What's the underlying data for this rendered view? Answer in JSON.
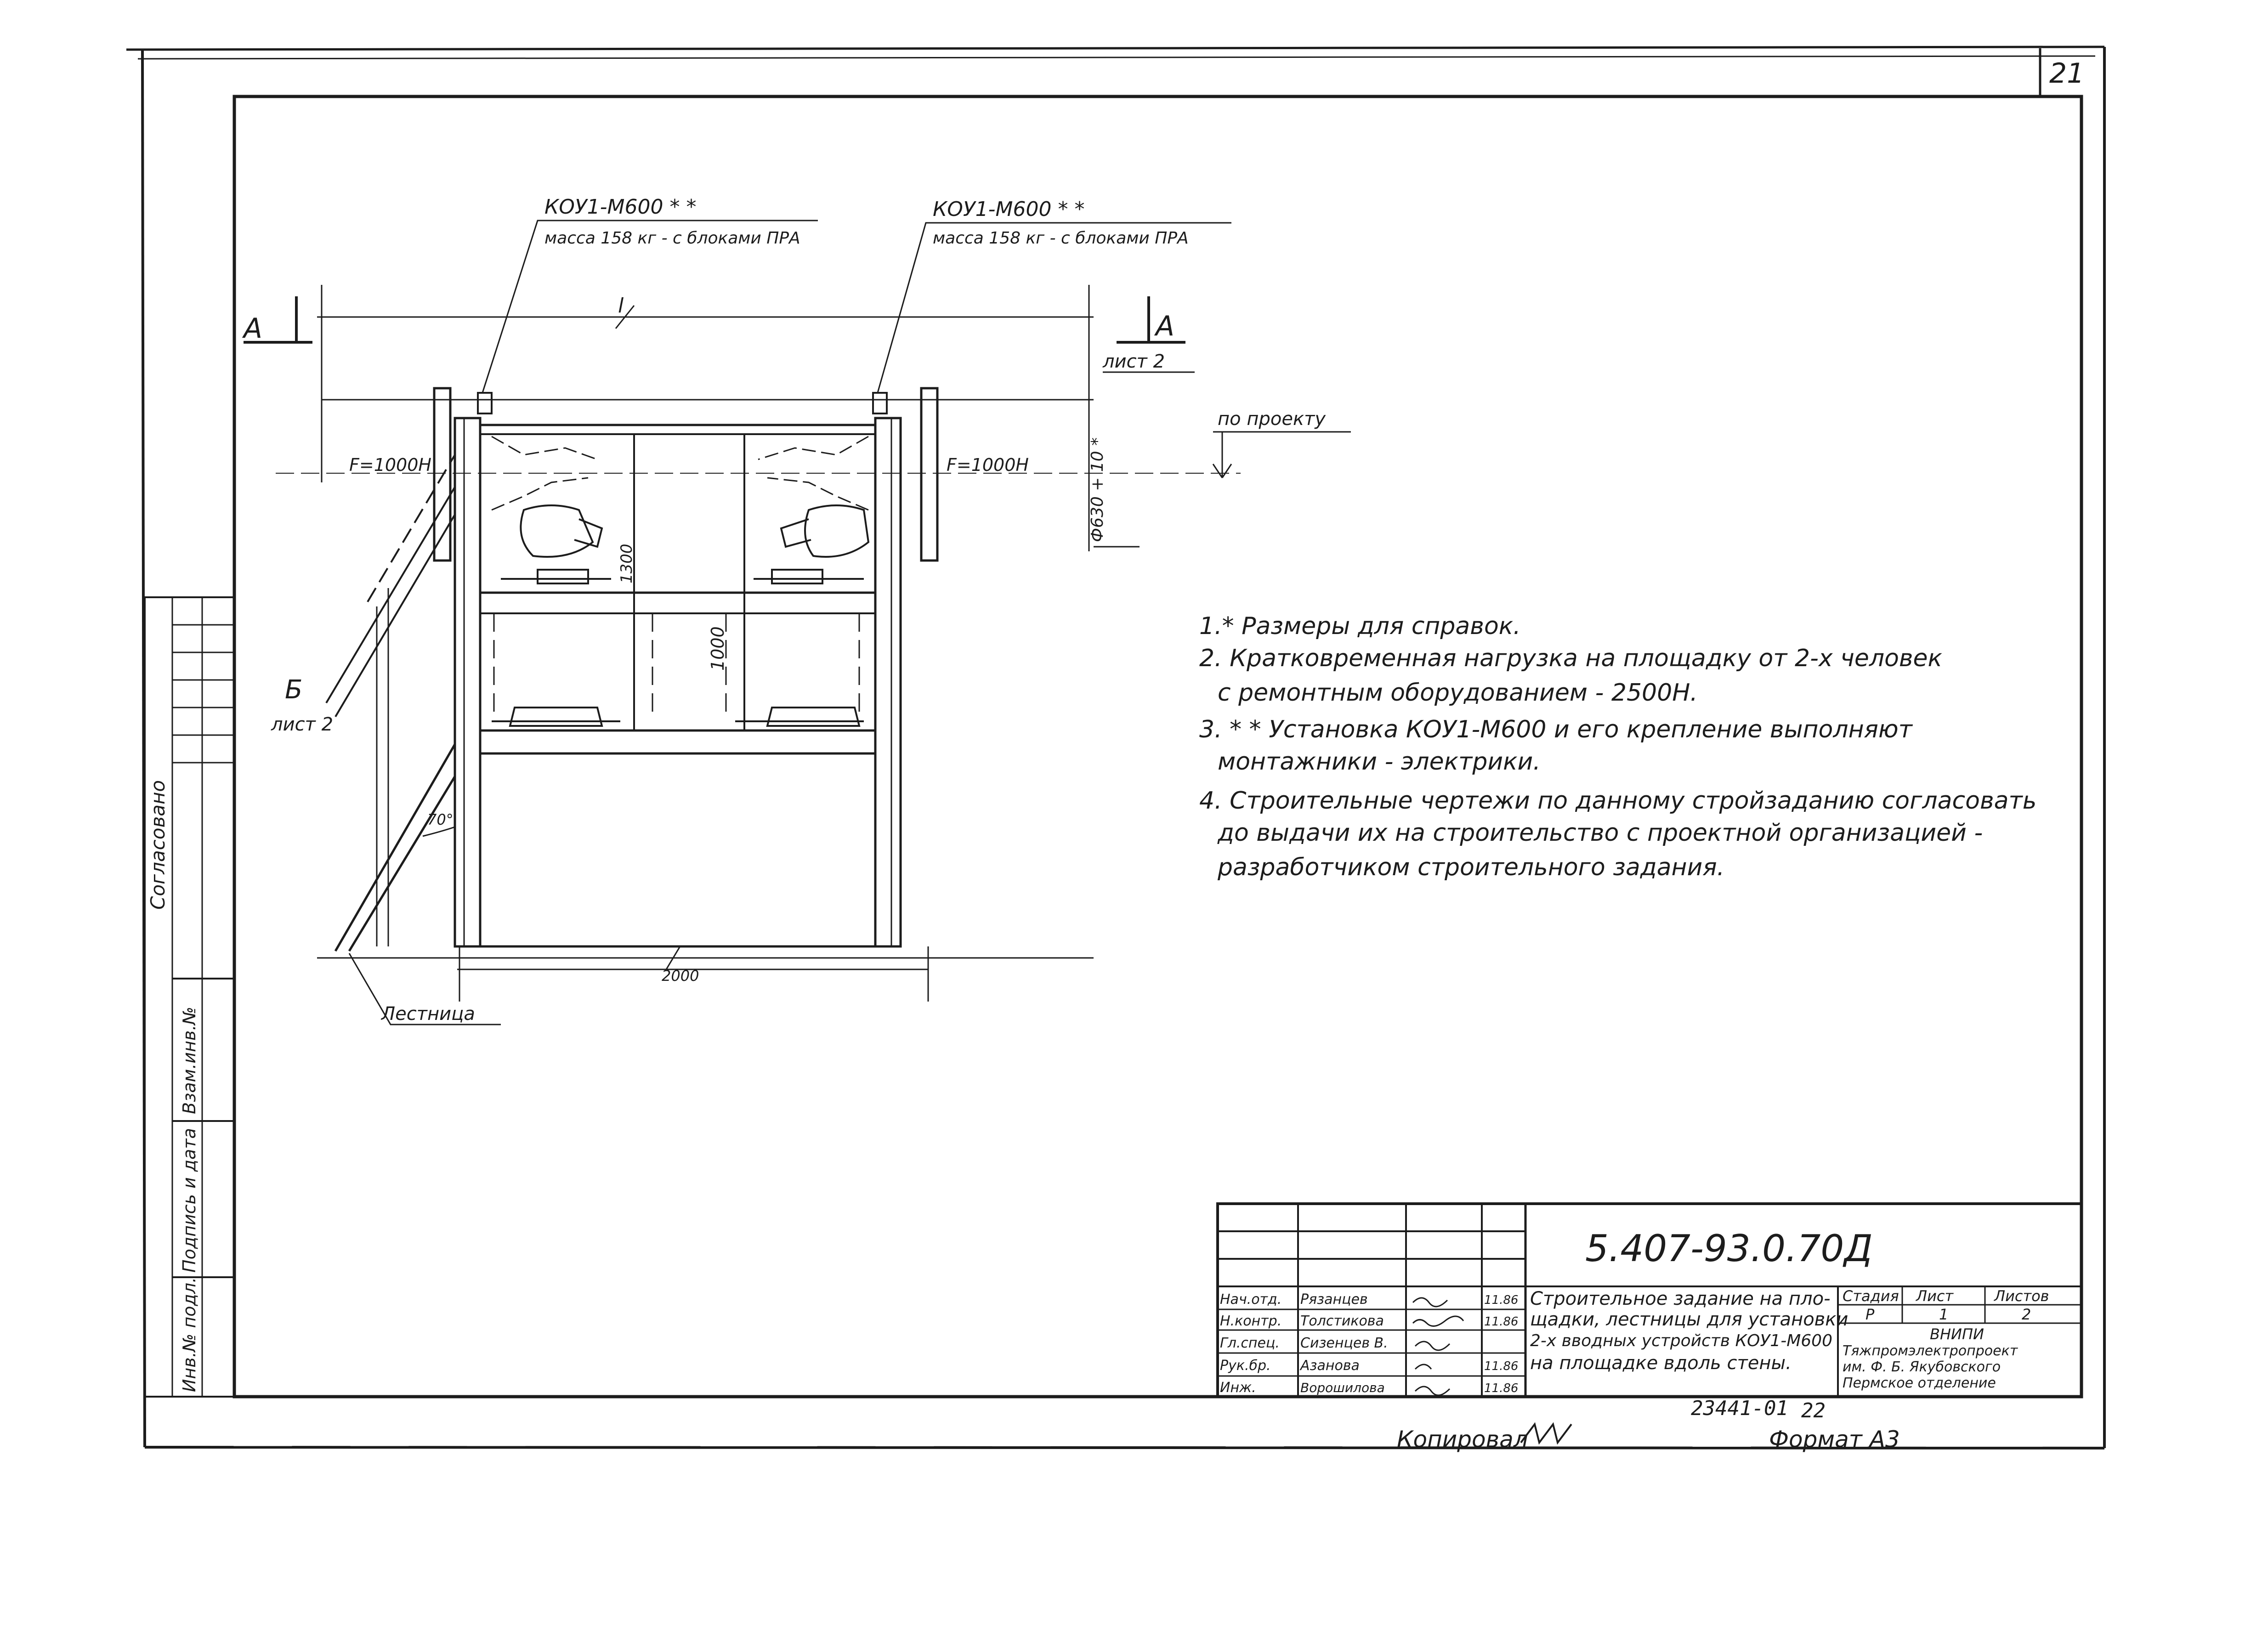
{
  "sheet": {
    "page_number": "21",
    "copied_by_label": "Копировал",
    "format_label": "Формат А3",
    "archive_number": "23441-01",
    "archive_suffix": "22"
  },
  "drawing": {
    "callout_left_title": "КОУ1-М600 * *",
    "callout_left_note": "масса 158 кг - с блоками ПРА",
    "callout_right_title": "КОУ1-М600 * *",
    "callout_right_note": "масса 158 кг - с блоками ПРА",
    "section_a_left": "А",
    "section_a_right": "А",
    "section_a_sheet": "лист 2",
    "section_b": "Б",
    "section_b_sheet": "лист 2",
    "per_project": "по проекту",
    "force_left": "F=1000Н",
    "force_right": "F=1000Н",
    "dim_height": "Ф630 + 10 *",
    "dim_1300": "1300",
    "dim_1000": "1000",
    "dim_2000": "2000",
    "dim_l": "l",
    "angle": "70°",
    "ladder_label": "Лестница"
  },
  "notes": [
    "1.* Размеры для справок.",
    "2. Кратковременная нагрузка на площадку от 2-х человек",
    "с ремонтным оборудованием - 2500Н.",
    "3. * * Установка КОУ1-М600 и его крепление выполняют",
    "монтажники - электрики.",
    "4. Строительные чертежи по данному стройзаданию согласовать",
    "до выдачи их на строительство с проектной организацией -",
    "разработчиком строительного задания."
  ],
  "side_stamp": {
    "agreed": "Согласовано",
    "replaced_inv": "Взам.инв.№",
    "sign_date": "Подпись и дата",
    "inv_orig": "Инв.№ подл."
  },
  "title_block": {
    "doc_code": "5.407-93.0.70Д",
    "title": [
      "Строительное задание на пло-",
      "щадки, лестницы для установки",
      "2-х вводных устройств КОУ1-М600",
      "на площадке вдоль стены."
    ],
    "stage_label": "Стадия",
    "sheet_label": "Лист",
    "sheets_label": "Листов",
    "stage_value": "Р",
    "sheet_value": "1",
    "sheets_value": "2",
    "org": [
      "ВНИПИ",
      "Тяжпромэлектропроект",
      "им. Ф. Б. Якубовского",
      "Пермское отделение"
    ],
    "people": [
      {
        "role": "Нач.отд.",
        "name": "Рязанцев",
        "date": "11.86"
      },
      {
        "role": "Н.контр.",
        "name": "Толстикова",
        "date": "11.86"
      },
      {
        "role": "Гл.спец.",
        "name": "Сизенцев В.",
        "date": ""
      },
      {
        "role": "Рук.бр.",
        "name": "Азанова",
        "date": "11.86"
      },
      {
        "role": "Инж.",
        "name": "Ворошилова",
        "date": "11.86"
      }
    ]
  },
  "colors": {
    "ink": "#1c1c1c",
    "paper": "#ffffff"
  }
}
